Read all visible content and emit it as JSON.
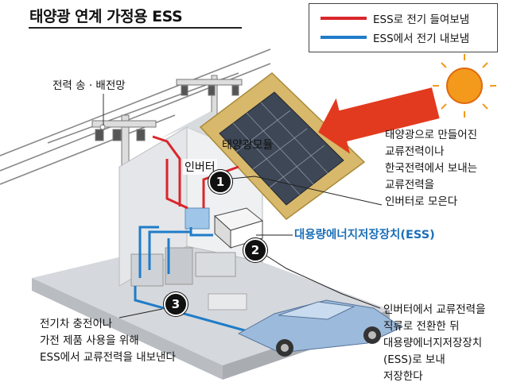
{
  "title": "태양광 연계 가정용 ESS",
  "legend": {
    "items": [
      {
        "label": "ESS로 전기 들여보냄",
        "color": "#d9262c"
      },
      {
        "label": "ESS에서 전기 내보냄",
        "color": "#1f7cc9"
      }
    ]
  },
  "labels": {
    "powerline": "전력 송 · 배전망",
    "solar_module": "태양광모듈",
    "inverter": "인버터",
    "ess_device": "대용량에너지저장장치(ESS)",
    "step1": "태양광으로 만들어진\n교류전력이나\n한국전력에서 보내는\n교류전력을\n인버터로 모은다",
    "step2": "인버터에서 교류전력을\n직류로 전환한 뒤\n대용량에너지저장장치\n(ESS)로 보내\n저장한다",
    "step3": "전기차 충전이나\n가전 제품 사용을 위해\nESS에서 교류전력을 내보낸다"
  },
  "badges": [
    "1",
    "2",
    "3"
  ],
  "colors": {
    "red": "#d9262c",
    "blue": "#1f7cc9",
    "roof": "#d8b86a",
    "panel": "#3d4756",
    "sun": "#f39a1c"
  }
}
